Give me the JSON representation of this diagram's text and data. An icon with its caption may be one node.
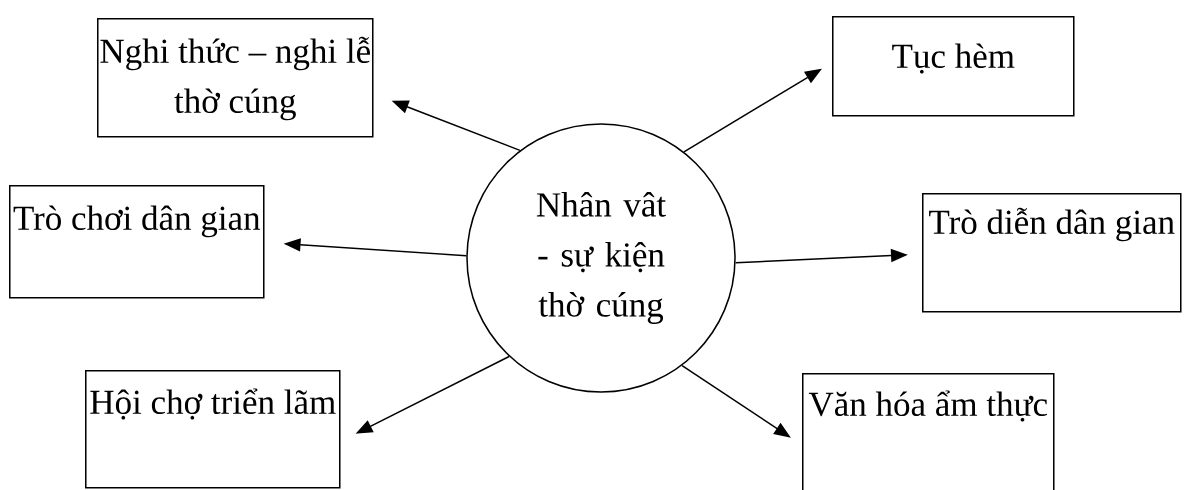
{
  "diagram": {
    "nodes": [
      {
        "text": [
          "Nghi thức – nghi lễ thờ cúng"
        ]
      },
      {
        "text": [
          "Tục hèm"
        ]
      },
      {
        "text": [
          "Trò chơi dân gian"
        ]
      },
      {
        "text": [
          "Nhân vât - sự kiện thờ cúng"
        ]
      },
      {
        "text": [
          "Trò diễn dân gian"
        ]
      },
      {
        "text": [
          "Hội chợ triển lãm"
        ]
      },
      {
        "text": [
          "Văn hóa ẩm thực"
        ]
      }
    ],
    "edges": [
      {
        "from": 3,
        "to": 0,
        "arrow": "to"
      },
      {
        "from": 3,
        "to": 1,
        "arrow": "to"
      },
      {
        "from": 3,
        "to": 2,
        "arrow": "to"
      },
      {
        "from": 3,
        "to": 4,
        "arrow": "to"
      },
      {
        "from": 3,
        "to": 5,
        "arrow": "to"
      },
      {
        "from": 3,
        "to": 6,
        "arrow": "to"
      }
    ]
  }
}
